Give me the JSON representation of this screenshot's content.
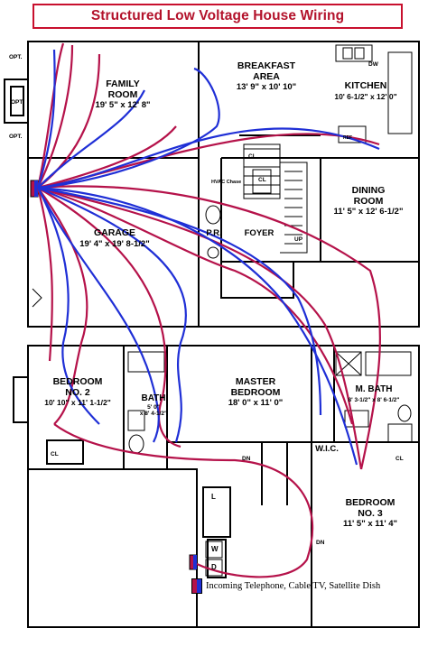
{
  "title": "Structured Low Voltage House Wiring",
  "colors": {
    "title": "#b3122b",
    "title_border": "#c8102e",
    "wire_red": "#b5124a",
    "wire_blue": "#1f2fd6",
    "walls": "#000000"
  },
  "rooms": {
    "family_room": {
      "name_line1": "FAMILY",
      "name_line2": "ROOM",
      "dims": "19' 5\" x 12' 8\""
    },
    "breakfast_area": {
      "name_line1": "BREAKFAST",
      "name_line2": "AREA",
      "dims": "13' 9\" x 10' 10\""
    },
    "kitchen": {
      "name": "KITCHEN",
      "dims": "10' 6-1/2\" x 12' 0\""
    },
    "dining_room": {
      "name_line1": "DINING",
      "name_line2": "ROOM",
      "dims": "11' 5\" x 12' 6-1/2\""
    },
    "garage": {
      "name": "GARAGE",
      "dims": "19' 4\" x 19' 8-1/2\""
    },
    "powder_room": {
      "name": "P.R."
    },
    "foyer": {
      "name": "FOYER"
    },
    "bedroom_2": {
      "name_line1": "BEDROOM",
      "name_line2": "NO. 2",
      "dims": "10' 10\" x 11' 1-1/2\""
    },
    "bath": {
      "name": "BATH",
      "dims_line1": "5' 0\"",
      "dims_line2": "x 8' 4-1/2\""
    },
    "master_bedroom": {
      "name_line1": "MASTER",
      "name_line2": "BEDROOM",
      "dims": "18' 0\" x 11' 0\""
    },
    "master_bath": {
      "name": "M. BATH",
      "dims": "8' 3-1/2\" x 8' 6-1/2\""
    },
    "bedroom_3": {
      "name_line1": "BEDROOM",
      "name_line2": "NO. 3",
      "dims": "11' 5\" x 11' 4\""
    },
    "wic": {
      "name": "W.I.C."
    }
  },
  "tags": {
    "opt_top": "OPT.",
    "opt_mid": "OPT.",
    "opt_left": "OPT.",
    "hvac": "HVAC Chase",
    "dw": "DW",
    "ref": "REF",
    "cl1": "CL",
    "cl2": "CL",
    "cl3": "CL",
    "cl4": "CL",
    "up": "UP",
    "dn1": "DN",
    "dn2": "DN",
    "l": "L",
    "w": "W",
    "d": "D"
  },
  "legend": {
    "text": "Incoming Telephone, Cable TV, Satellite Dish",
    "swatch_colors": [
      "#b5124a",
      "#1f2fd6"
    ]
  }
}
